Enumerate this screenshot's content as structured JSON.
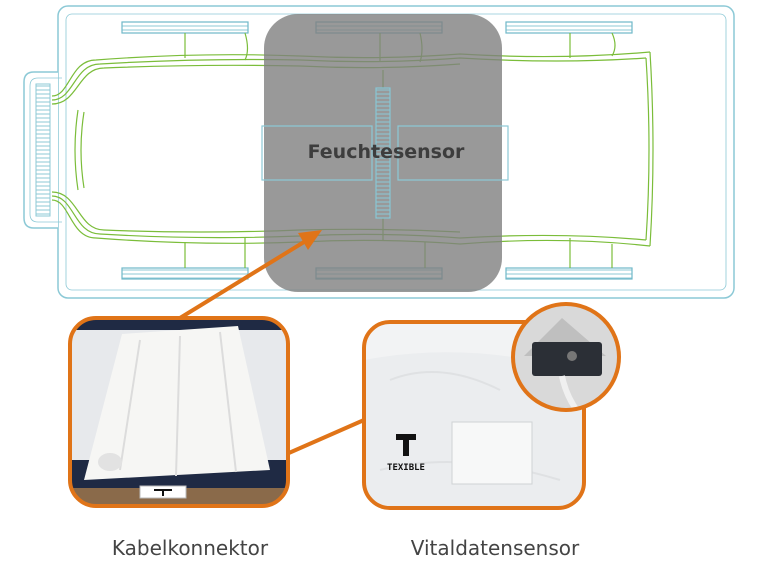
{
  "labels": {
    "moisture_sensor": "Feuchtesensor",
    "cable_connector": "Kabelkonnektor",
    "vital_sensor": "Vitaldatensensor",
    "brand": "TEXIBLE"
  },
  "colors": {
    "outline": "#8cc9d6",
    "trace": "#7bbd3a",
    "highlight": "#8a8a8a",
    "accent": "#e07418",
    "fabric": "#eef0f2"
  },
  "icons": {
    "brand_logo": "texible-t-logo"
  }
}
